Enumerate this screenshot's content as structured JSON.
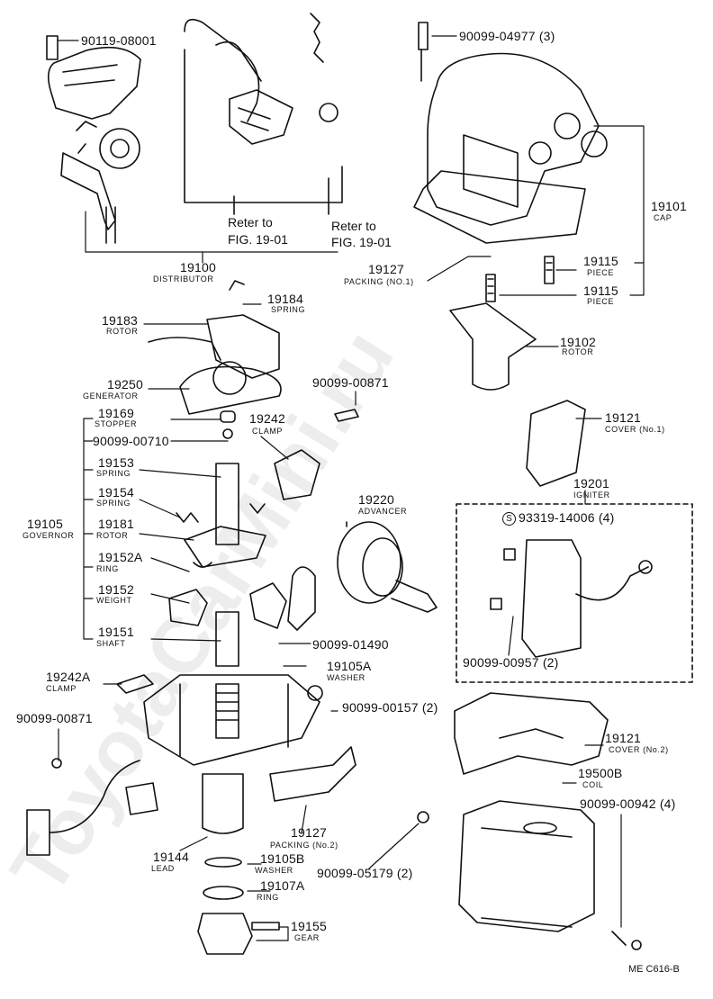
{
  "watermark": "ToyotaCarMini.ru",
  "figure_code": "ME C616-B",
  "parts": [
    {
      "number": "90119-08001",
      "name": ""
    },
    {
      "number": "90099-04977 (3)",
      "name": ""
    },
    {
      "number": "Reter to",
      "name": "FIG. 19-01"
    },
    {
      "number": "Reter to",
      "name": "FIG. 19-01"
    },
    {
      "number": "19100",
      "name": "DISTRIBUTOR"
    },
    {
      "number": "19127",
      "name": "PACKING (NO.1)"
    },
    {
      "number": "19101",
      "name": "CAP"
    },
    {
      "number": "19115",
      "name": "PIECE"
    },
    {
      "number": "19115",
      "name": "PIECE"
    },
    {
      "number": "19184",
      "name": "SPRING"
    },
    {
      "number": "19183",
      "name": "ROTOR"
    },
    {
      "number": "19102",
      "name": "ROTOR"
    },
    {
      "number": "19250",
      "name": "GENERATOR"
    },
    {
      "number": "90099-00871",
      "name": ""
    },
    {
      "number": "19169",
      "name": "STOPPER"
    },
    {
      "number": "19242",
      "name": "CLAMP"
    },
    {
      "number": "90099-00710",
      "name": ""
    },
    {
      "number": "19121",
      "name": "COVER (No.1)"
    },
    {
      "number": "19153",
      "name": "SPRING"
    },
    {
      "number": "19201",
      "name": "IGNITER"
    },
    {
      "number": "19154",
      "name": "SPRING"
    },
    {
      "number": "19220",
      "name": "ADVANCER"
    },
    {
      "number": "19105",
      "name": "GOVERNOR"
    },
    {
      "number": "19181",
      "name": "ROTOR"
    },
    {
      "number": "93319-14006 (4)",
      "name": "S"
    },
    {
      "number": "19152A",
      "name": "RING"
    },
    {
      "number": "19152",
      "name": "WEIGHT"
    },
    {
      "number": "19151",
      "name": "SHAFT"
    },
    {
      "number": "90099-01490",
      "name": ""
    },
    {
      "number": "90099-00957 (2)",
      "name": ""
    },
    {
      "number": "19105A",
      "name": "WASHER"
    },
    {
      "number": "19242A",
      "name": "CLAMP"
    },
    {
      "number": "90099-00157 (2)",
      "name": ""
    },
    {
      "number": "90099-00871",
      "name": ""
    },
    {
      "number": "19121",
      "name": "COVER (No.2)"
    },
    {
      "number": "19500B",
      "name": "COIL"
    },
    {
      "number": "90099-00942 (4)",
      "name": ""
    },
    {
      "number": "19127",
      "name": "PACKING (No.2)"
    },
    {
      "number": "19144",
      "name": "LEAD"
    },
    {
      "number": "19105B",
      "name": "WASHER"
    },
    {
      "number": "90099-05179 (2)",
      "name": ""
    },
    {
      "number": "19107A",
      "name": "RING"
    },
    {
      "number": "19155",
      "name": "GEAR"
    }
  ]
}
